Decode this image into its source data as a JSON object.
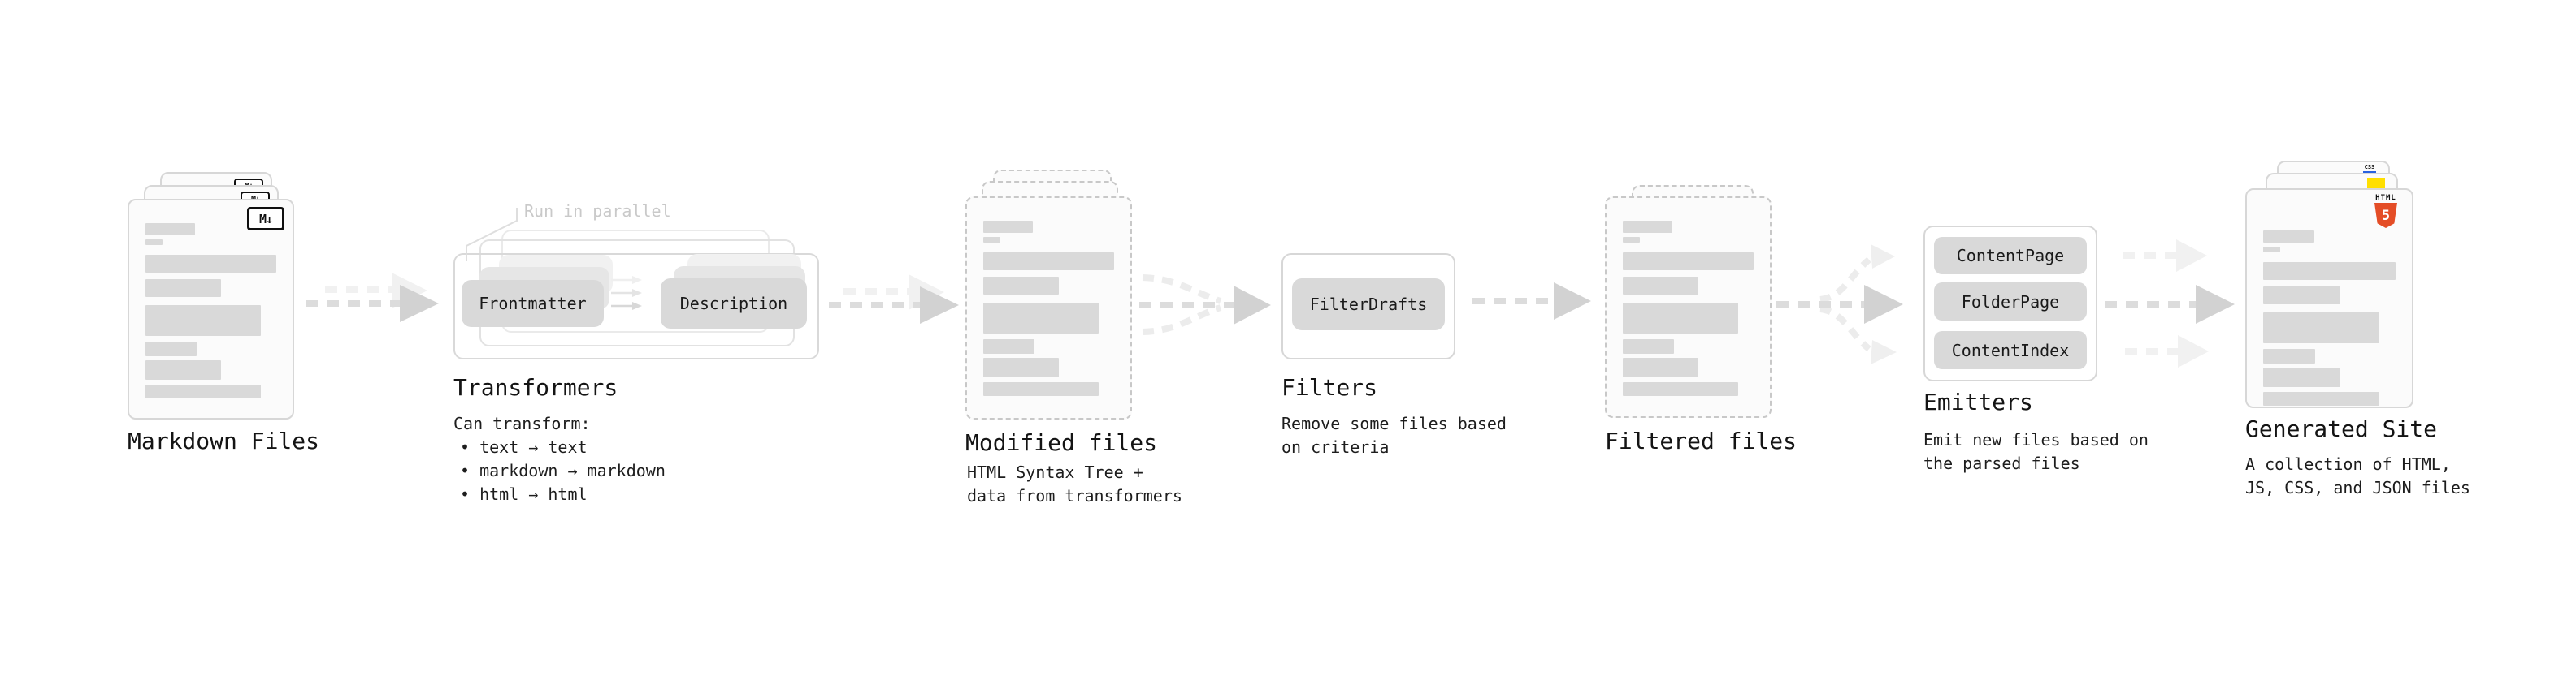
{
  "diagram": {
    "stages": {
      "markdown_files": {
        "heading": "Markdown Files",
        "badge": "M↓"
      },
      "transformers": {
        "heading": "Transformers",
        "note": "Run in parallel",
        "pills": [
          "Frontmatter",
          "Description"
        ],
        "desc_title": "Can transform:",
        "bullets": [
          "• text → text",
          "• markdown → markdown",
          "• html → html"
        ]
      },
      "modified_files": {
        "heading": "Modified files",
        "desc": [
          "HTML Syntax Tree +",
          "data from transformers"
        ]
      },
      "filters": {
        "heading": "Filters",
        "pills": [
          "FilterDrafts"
        ],
        "desc": [
          "Remove some files based",
          "on criteria"
        ]
      },
      "filtered_files": {
        "heading": "Filtered files"
      },
      "emitters": {
        "heading": "Emitters",
        "pills": [
          "ContentPage",
          "FolderPage",
          "ContentIndex"
        ],
        "desc": [
          "Emit new files based on",
          "the parsed files"
        ]
      },
      "generated_site": {
        "heading": "Generated Site",
        "desc": [
          "A collection of HTML,",
          "JS, CSS, and JSON files"
        ],
        "html5_word": "HTML",
        "html5_five": "5",
        "css_word": "CSS"
      }
    },
    "colors": {
      "html5_orange": "#e44d26",
      "js_yellow": "#ffdf00",
      "css_blue": "#2962e0"
    }
  }
}
